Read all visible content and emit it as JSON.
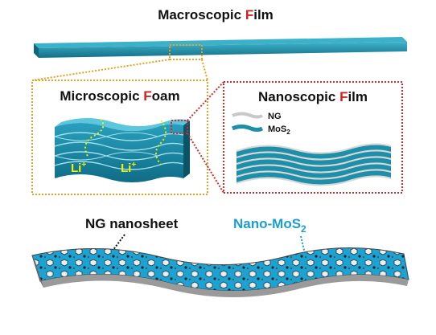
{
  "title": {
    "main": "Macroscopic ",
    "accent": "F",
    "rest": "ilm"
  },
  "left_panel": {
    "main": "Microscopic ",
    "accent": "F",
    "rest": "oam",
    "ion_labels": [
      "Li",
      "Li"
    ],
    "ion_charge": "+"
  },
  "right_panel": {
    "main": "Nanoscopic ",
    "accent": "F",
    "rest": "ilm",
    "legend": [
      {
        "label": "NG"
      },
      {
        "label_main": "MoS",
        "label_sub": "2"
      }
    ]
  },
  "bottom": {
    "ng_label": "NG nanosheet",
    "mos2_main": "Nano-MoS",
    "mos2_sub": "2"
  },
  "colors": {
    "accent_red": "#d22020",
    "film_teal": "#1d8fa8",
    "mos2_blue": "#1a9fd0",
    "orange_dotted": "#e8a020",
    "red_dotted": "#c83030",
    "ion_yellow": "#f0f000"
  }
}
